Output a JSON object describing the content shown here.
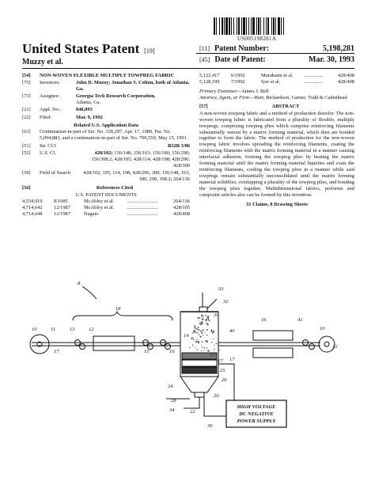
{
  "barcode_number": "US005198281A",
  "header": {
    "title": "United States Patent",
    "title_code": "[19]",
    "inventors": "Muzzy et al.",
    "patent_number_code": "[11]",
    "patent_number_label": "Patent Number:",
    "patent_number": "5,198,281",
    "date_code": "[45]",
    "date_label": "Date of Patent:",
    "date": "Mar. 30, 1993"
  },
  "left": {
    "title_code": "[54]",
    "title": "NON-WOVEN FLEXIBLE MULTIPLY TOWPREG FABRIC",
    "inventors_code": "[75]",
    "inventors_label": "Inventors:",
    "inventors_value": "John D. Muzzy; Jonathan S. Colton, both of Atlanta, Ga.",
    "assignee_code": "[73]",
    "assignee_label": "Assignee:",
    "assignee_name": "Georgia Tech Research Corporation,",
    "assignee_place": "Atlanta, Ga.",
    "appl_code": "[21]",
    "appl_label": "Appl. No.:",
    "appl_value": "848,093",
    "filed_code": "[22]",
    "filed_label": "Filed:",
    "filed_value": "Mar. 9, 1992",
    "related_heading": "Related U.S. Application Data",
    "related_code": "[63]",
    "related_text": "Continuation-in-part of Ser. No. 339,297, Apr. 17, 1989, Pat. No. 5,094,883, and a continuation-in-part of Ser. No. 700,559, May 15, 1991.",
    "intcl_code": "[51]",
    "intcl_label": "Int. Cl.5",
    "intcl_value": "B32B 3/06",
    "uscl_code": "[52]",
    "uscl_label": "U.S. Cl.",
    "uscl_main": "428/102;",
    "uscl_rest": " 156/148; 156/163; 156/180; 156/290; 156/308.2; 428/105; 428/114; 428/198; 428/296; 428/300",
    "search_code": "[58]",
    "search_label": "Field of Search",
    "search_value": "428/102, 105, 114, 198, 428/296, 300; 156/148, 163, 180, 290, 308.2; 264/136",
    "refs_code": "[56]",
    "refs_heading": "References Cited",
    "refs_subheading": "U.S. PATENT DOCUMENTS",
    "refs": [
      {
        "num": "4,534,919",
        "date": "8/1985",
        "who": "McAbley et al.",
        "cl": "264/136"
      },
      {
        "num": "4,714,642",
        "date": "12/1987",
        "who": "McAbley et al.",
        "cl": "428/105"
      },
      {
        "num": "4,714,648",
        "date": "12/1987",
        "who": "Nagato",
        "cl": "428/408"
      }
    ]
  },
  "right": {
    "refs": [
      {
        "num": "5,122,417",
        "date": "6/1992",
        "who": "Murakami et al.",
        "cl": "428/408"
      },
      {
        "num": "5,128,199",
        "date": "7/1992",
        "who": "Iyer et al.",
        "cl": "428/408"
      }
    ],
    "examiner_label": "Primary Examiner",
    "examiner_value": "—James J. Bell",
    "attorney_label": "Attorney, Agent, or Firm",
    "attorney_value": "—Hurt, Richardson, Garner, Todd & Cadenhead",
    "abstract_code": "[57]",
    "abstract_heading": "ABSTRACT",
    "abstract": "A non-woven towpreg fabric and a method of production therefor. The non-woven towpreg fabric is fabricated from a plurality of flexible, multiply towpregs, comprising towpreg plies which comprise reinforcing filaments substantially wetout by a matrix forming material, which then are bonded together to form the fabric. The method of production for the non-woven towpreg fabric involves spreading the reinforcing filaments, coating the reinforcing filaments with the matrix forming material in a manner causing interfacial adhesion, forming the towpreg plies by heating the matrix forming material until the matrix forming material liquefies and coats the reinforcing filaments, cooling the towpreg plies in a manner while said towpregs remain substantially unconsolidated until the matrix forming material solidifies, overlapping a plurality of the towpreg plies, and bonding the towpreg plies together. Multidimensional fabrics, preforms and composite articles also can be formed by this invention.",
    "claims": "31 Claims, 8 Drawing Sheets"
  },
  "figure": {
    "power_label_1": "HIGH VOLTAGE",
    "power_label_2": "DC NEGATIVE",
    "power_label_3": "POWER SUPPLY",
    "labels": [
      "8",
      "18",
      "10",
      "11",
      "13",
      "12",
      "17",
      "15",
      "16",
      "33",
      "32",
      "30",
      "40",
      "14",
      "16",
      "41",
      "10",
      "12",
      "17",
      "17",
      "17",
      "25",
      "26",
      "24",
      "28",
      "20",
      "22",
      "34",
      "36"
    ]
  }
}
